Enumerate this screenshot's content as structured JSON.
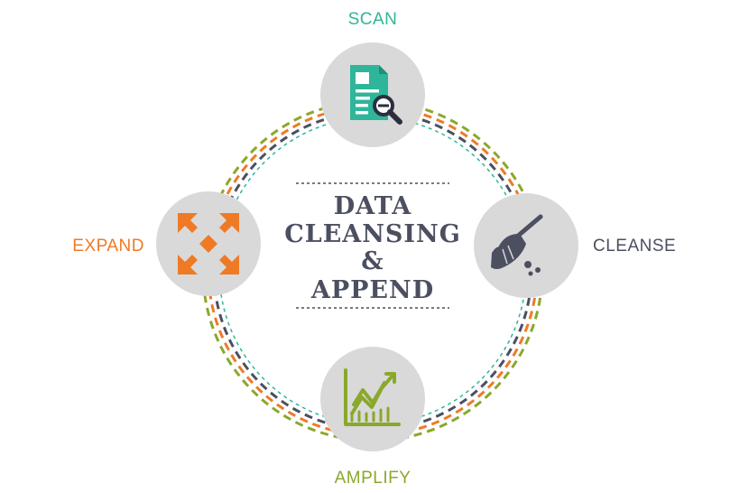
{
  "title": {
    "line1": "DATA",
    "line2": "CLEANSING",
    "line3": "&",
    "line4": "APPEND"
  },
  "steps": {
    "scan": {
      "label": "SCAN",
      "icon": "document-search-icon"
    },
    "cleanse": {
      "label": "CLEANSE",
      "icon": "broom-icon"
    },
    "amplify": {
      "label": "AMPLIFY",
      "icon": "growth-chart-icon"
    },
    "expand": {
      "label": "EXPAND",
      "icon": "expand-arrows-icon"
    }
  },
  "colors": {
    "scan": "#2fb59a",
    "cleanse": "#4b4f60",
    "amplify": "#8aa82b",
    "expand": "#ef7a25",
    "circle_fill": "#d9d9d9",
    "title": "#4b4f60"
  }
}
